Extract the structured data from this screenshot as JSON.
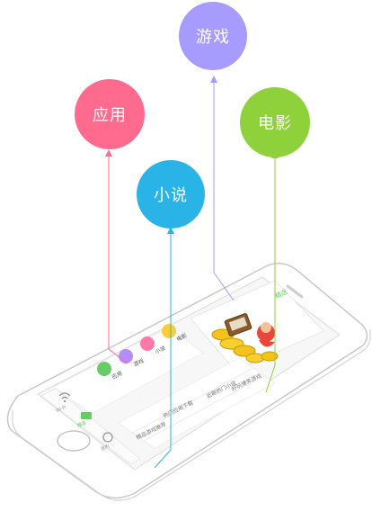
{
  "bubbles": {
    "games": {
      "label": "游戏",
      "color": "#a79bff"
    },
    "apps": {
      "label": "应用",
      "color": "#ff6b8f"
    },
    "movies": {
      "label": "电影",
      "color": "#8fd13a"
    },
    "novels": {
      "label": "小说",
      "color": "#29b3e6"
    }
  },
  "phone": {
    "featured_label": "精选",
    "banner_caption": "好玩爆笑游戏",
    "categories": [
      {
        "label": "应用",
        "color": "#66cc66"
      },
      {
        "label": "游戏",
        "color": "#b38cff"
      },
      {
        "label": "小说",
        "color": "#ff79a6"
      },
      {
        "label": "电影",
        "color": "#ffcc33"
      }
    ],
    "list_items": [
      "近期热门小说",
      "热门应用下载",
      "精品游戏推荐"
    ],
    "tabs": [
      "Wi-Fi",
      "精选",
      "我的"
    ]
  }
}
